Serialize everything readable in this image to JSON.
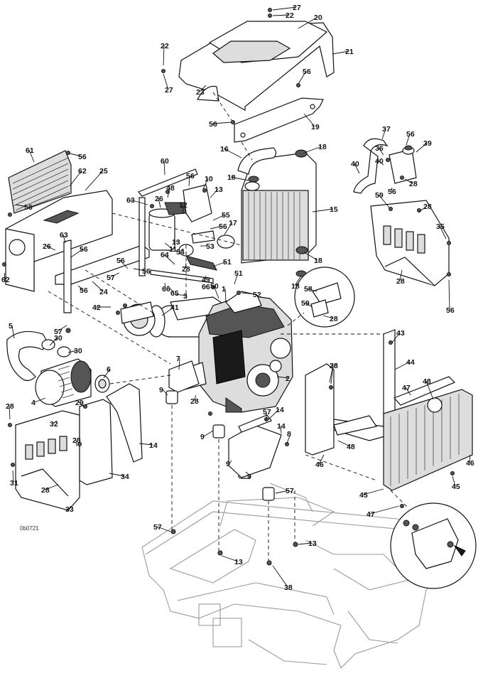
{
  "figure_code": "0b0721",
  "callouts": [
    "27",
    "22",
    "20",
    "21",
    "22",
    "27",
    "23",
    "56",
    "56",
    "19",
    "16",
    "18",
    "18",
    "15",
    "18",
    "18",
    "61",
    "56",
    "62",
    "25",
    "56",
    "60",
    "10",
    "13",
    "63",
    "26",
    "48",
    "56",
    "12",
    "55",
    "17",
    "56",
    "11",
    "53",
    "54",
    "13",
    "64",
    "28",
    "49",
    "51",
    "50",
    "1",
    "52",
    "51",
    "63",
    "26",
    "56",
    "24",
    "57",
    "56",
    "56",
    "66",
    "65",
    "3",
    "66",
    "62",
    "56",
    "57",
    "42",
    "41",
    "5",
    "30",
    "30",
    "4",
    "6",
    "7",
    "28",
    "2",
    "9",
    "14",
    "9",
    "28",
    "29",
    "32",
    "28",
    "28",
    "31",
    "28",
    "33",
    "34",
    "14",
    "57",
    "14",
    "8",
    "9",
    "9",
    "57",
    "57",
    "13",
    "13",
    "38",
    "37",
    "56",
    "36",
    "39",
    "40",
    "40",
    "56",
    "28",
    "59",
    "28",
    "35",
    "28",
    "56",
    "58",
    "59",
    "28",
    "43",
    "28",
    "44",
    "47",
    "48",
    "48",
    "46",
    "46",
    "45",
    "45",
    "47"
  ]
}
